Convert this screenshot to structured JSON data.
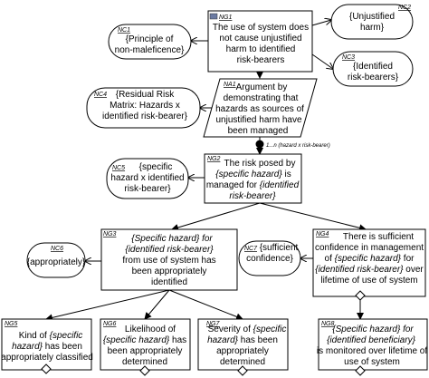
{
  "nodes": {
    "nc1": {
      "id": "NC1",
      "lines": [
        "{Principle of",
        "non-maleficence}"
      ]
    },
    "ng1": {
      "id": "NG1",
      "lines": [
        "The use of system does",
        "not cause unjustified",
        "harm to identified",
        "risk-bearers"
      ]
    },
    "nc2": {
      "id": "NC2",
      "lines": [
        "{Unjustified",
        "harm}"
      ]
    },
    "nc3": {
      "id": "NC3",
      "lines": [
        "{Identified",
        "risk-bearers}"
      ]
    },
    "nc4": {
      "id": "NC4",
      "lines": [
        "{Residual Risk",
        "Matrix: Hazards x",
        "identified risk-bearer}"
      ]
    },
    "na1": {
      "id": "NA1",
      "lines": [
        "Argument by",
        "demonstrating that",
        "hazards as sources of",
        "unjustified harm have",
        "been managed"
      ]
    },
    "multiplicity": "1...n (hazard x risk-bearer)",
    "nc5": {
      "id": "NC5",
      "lines": [
        "{specific",
        "hazard x identified",
        "risk-bearer}"
      ]
    },
    "ng2": {
      "id": "NG2",
      "l1": "The risk posed by",
      "l2a": "{specific hazard}",
      "l2b": " is",
      "l3a": "managed for ",
      "l3b": "{identified",
      "l4": "risk-bearer}"
    },
    "nc6": {
      "id": "NC6",
      "lines": [
        "{appropriately}"
      ]
    },
    "ng3": {
      "id": "NG3",
      "l1": "{Specific hazard} for",
      "l2": "{identified risk-bearer}",
      "lines": [
        "from use of system has",
        "been appropriately",
        "identified"
      ]
    },
    "nc7": {
      "id": "NC7",
      "lines": [
        "{sufficient",
        "confidence}"
      ]
    },
    "ng4": {
      "id": "NG4",
      "l1": "There is sufficient",
      "l2": "confidence in management",
      "l3a": "of ",
      "l3b": "{specific hazard}",
      "l3c": " for",
      "l4a": "{identified risk-bearer}",
      "l4b": " over",
      "l5": "lifetime of use of system"
    },
    "ng5": {
      "id": "NG5",
      "l1a": "Kind of ",
      "l1b": "{specific",
      "l2a": "hazard}",
      "l2b": " has been",
      "l3": "appropriately classified"
    },
    "ng6": {
      "id": "NG6",
      "l1": "Likelihood of",
      "l2a": "{specific hazard}",
      "l2b": " has",
      "l3": "been appropriately",
      "l4": "determined"
    },
    "ng7": {
      "id": "NG7",
      "l1a": "Severity of ",
      "l1b": "{specific",
      "l2a": "hazard}",
      "l2b": " has been",
      "l3": "appropriately",
      "l4": "determined"
    },
    "ng8": {
      "id": "NG8",
      "l1": "{Specific hazard} for",
      "l2": "{identified beneficiary}",
      "l3": "is monitored over lifetime of",
      "l4": "use of system"
    }
  }
}
